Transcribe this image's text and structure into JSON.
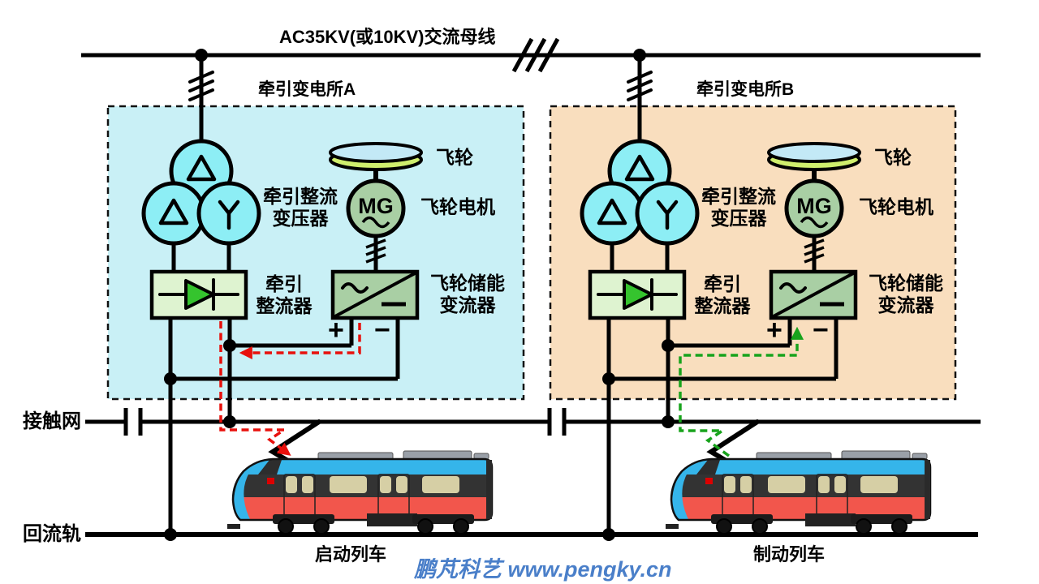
{
  "bus_label": "AC35KV(或10KV)交流母线",
  "substations": [
    {
      "name": "牵引变电所A",
      "transformer_line1": "牵引整流",
      "transformer_line2": "变压器",
      "flywheel_label": "飞轮",
      "flywheel_motor_label": "飞轮电机",
      "mg_label": "MG",
      "rectifier_line1": "牵引",
      "rectifier_line2": "整流器",
      "converter_line1": "飞轮储能",
      "converter_line2": "变流器",
      "plus_sign": "+",
      "minus_sign": "−"
    },
    {
      "name": "牵引变电所B",
      "transformer_line1": "牵引整流",
      "transformer_line2": "变压器",
      "flywheel_label": "飞轮",
      "flywheel_motor_label": "飞轮电机",
      "mg_label": "MG",
      "rectifier_line1": "牵引",
      "rectifier_line2": "整流器",
      "converter_line1": "飞轮储能",
      "converter_line2": "变流器",
      "plus_sign": "+",
      "minus_sign": "−"
    }
  ],
  "catenary_label": "接触网",
  "rail_label": "回流轨",
  "trains": [
    {
      "label": "启动列车"
    },
    {
      "label": "制动列车"
    }
  ],
  "watermark": "鹏芃科艺 www.pengky.cn",
  "colors": {
    "box_a_fill": "#c9f0f6",
    "box_b_fill": "#f9debe",
    "component_cyan": "#8deef5",
    "rectifier_fill": "#def3d0",
    "diode_green": "#35c42e",
    "converter_fill": "#a9cfa4",
    "flywheel_top": "#c3e9f6",
    "flywheel_rim": "#cfee6d",
    "flow_red": "#e8100c",
    "flow_green": "#18a31c",
    "train_blue": "#35b5ea",
    "train_red": "#f2564c",
    "window_band": "#333333",
    "window_beige": "#d6cfa5",
    "train_dark": "#1b1b1b",
    "roof_gray": "#9aa0a8",
    "watermark_blue": "#4a7fc9"
  }
}
